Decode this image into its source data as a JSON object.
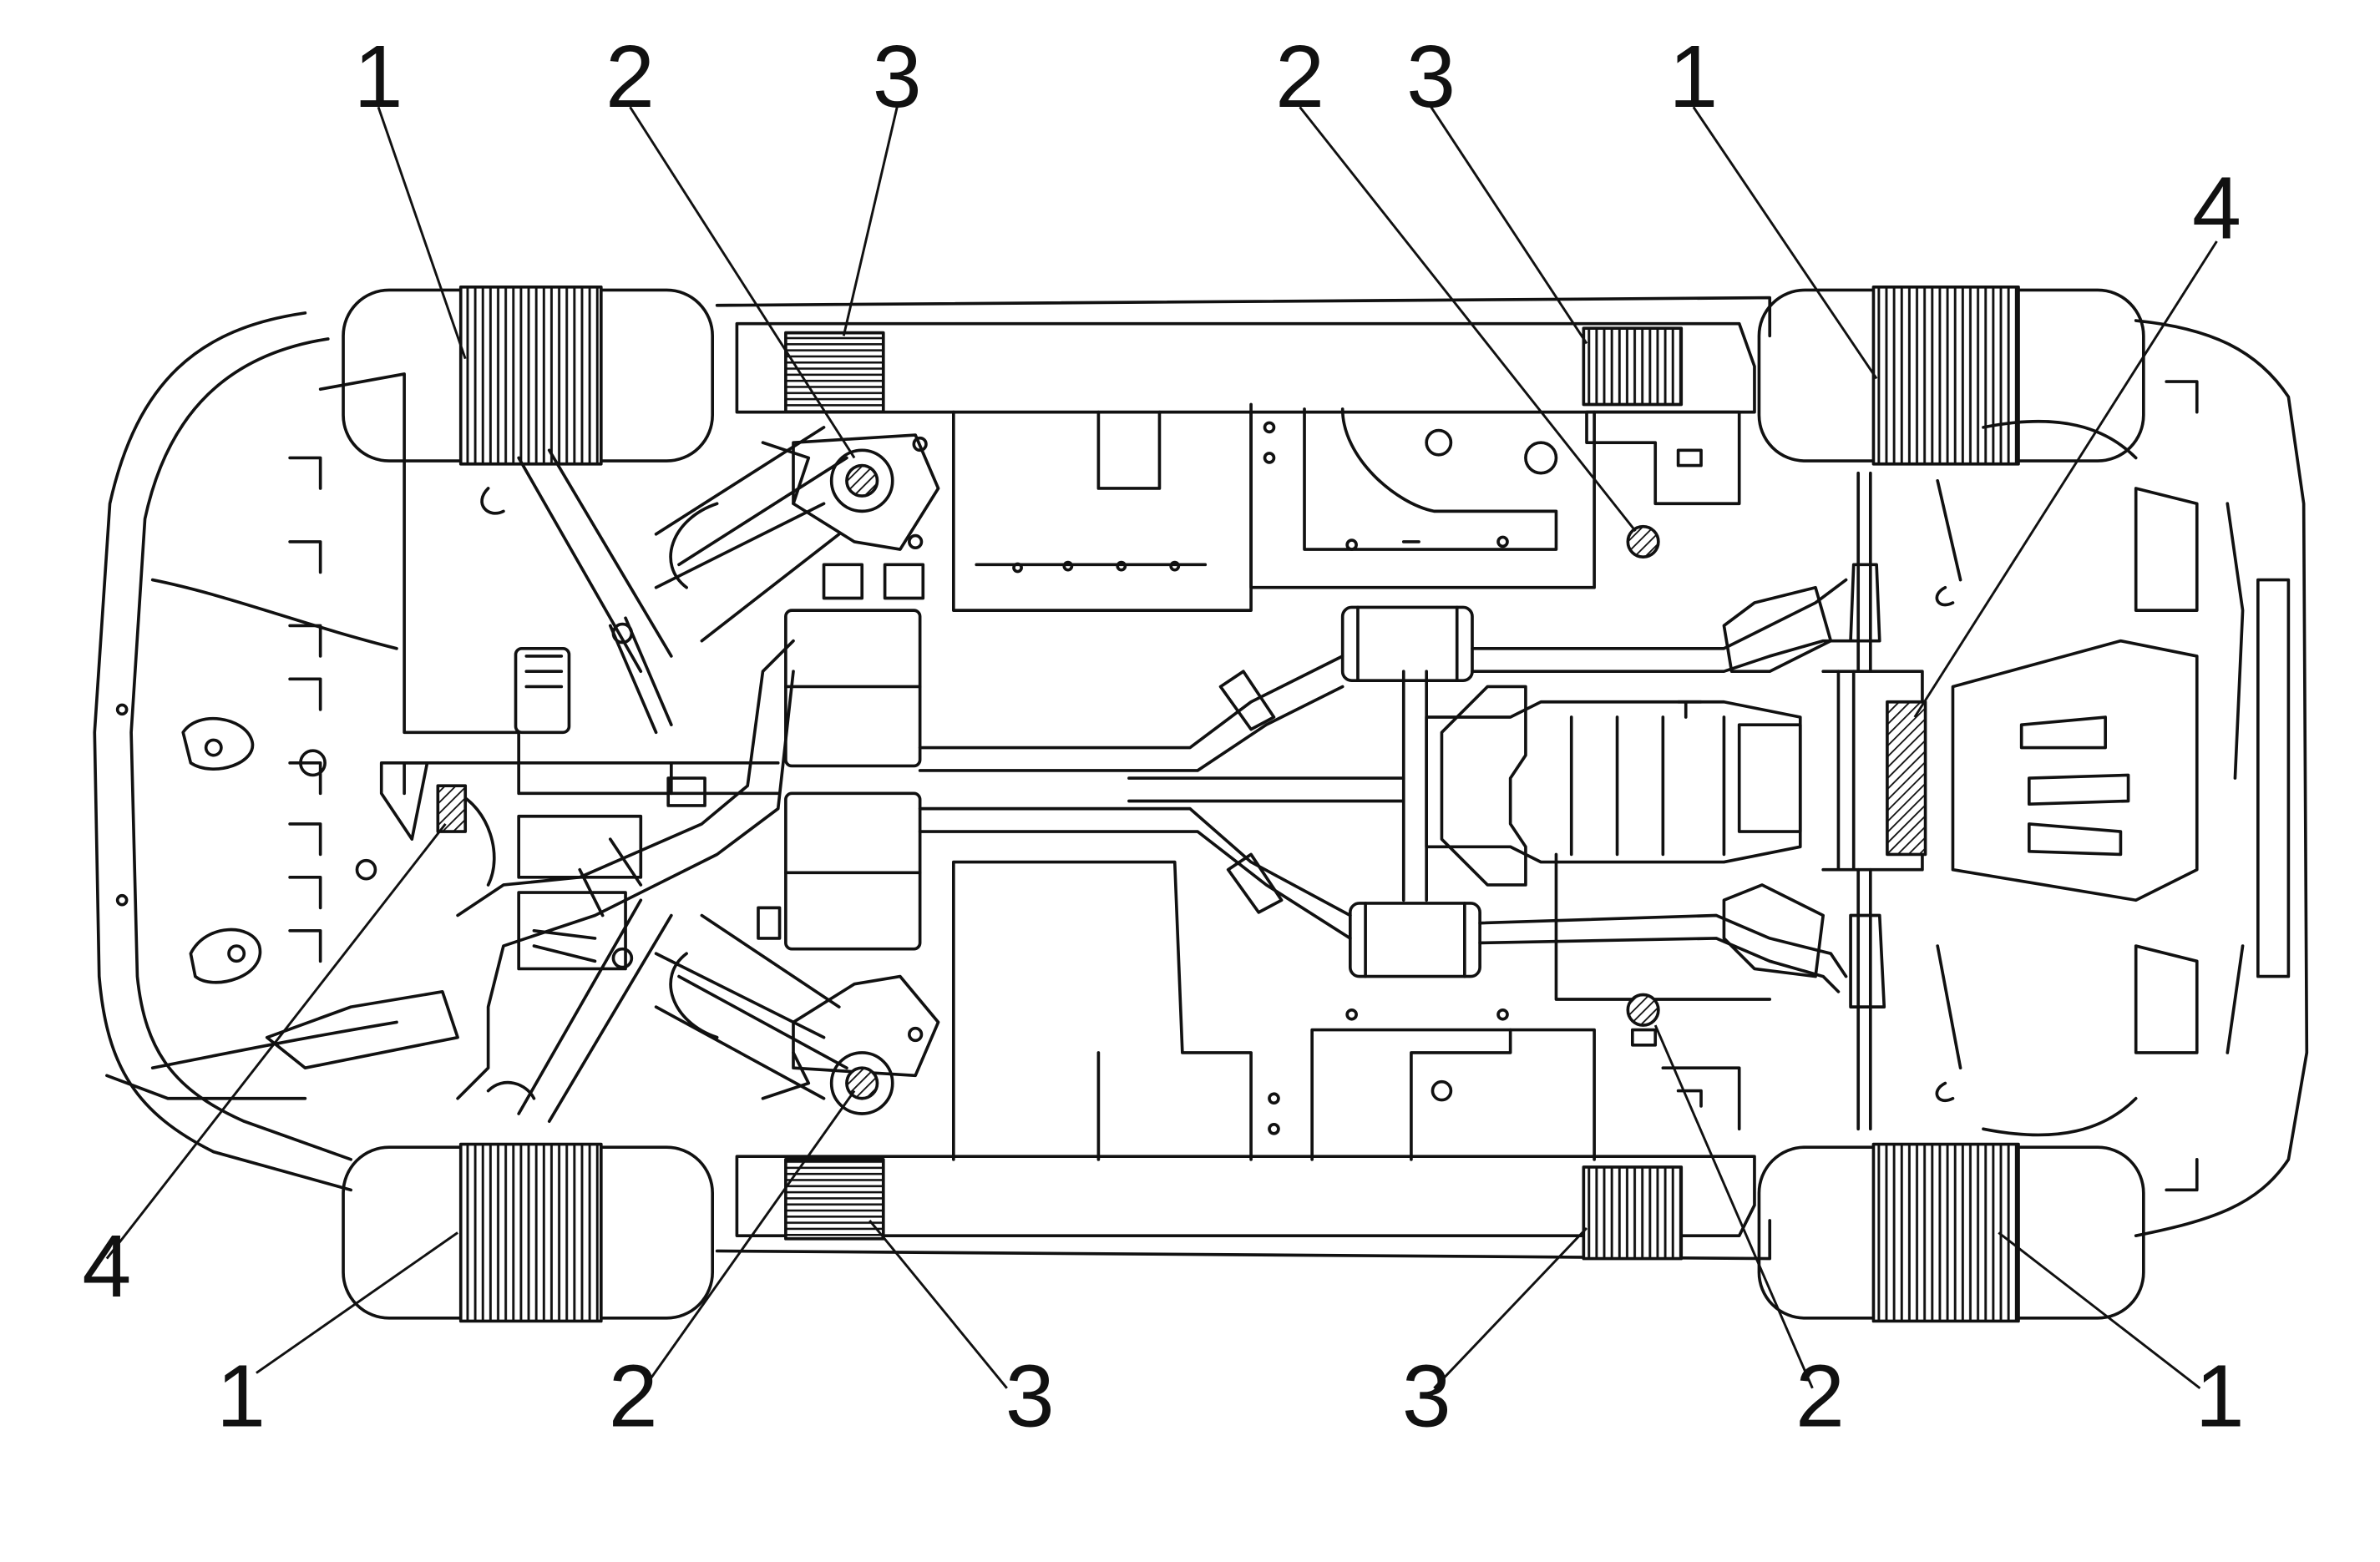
{
  "figure": {
    "background": "#ffffff",
    "line_color": "#111111"
  },
  "callouts": {
    "top": [
      "1",
      "2",
      "3",
      "2",
      "3",
      "1",
      "4"
    ],
    "bottom": [
      "4",
      "1",
      "2",
      "3",
      "3",
      "2",
      "1"
    ]
  }
}
